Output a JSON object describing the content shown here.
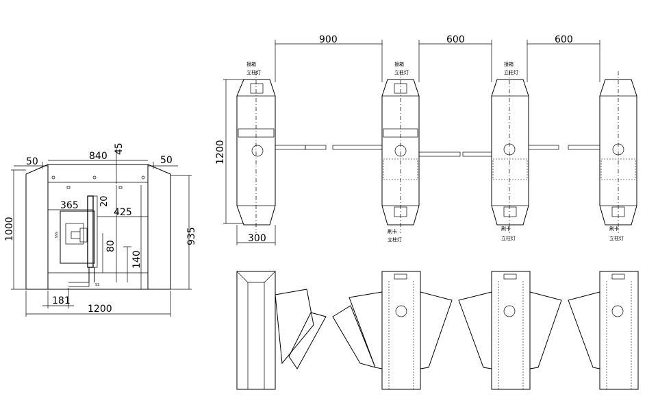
{
  "front_view": {
    "dims": {
      "d50_left": "50",
      "d840": "840",
      "d45": "45",
      "d50_right": "50",
      "d1000": "1000",
      "d935": "935",
      "d365": "365",
      "d425": "425",
      "d20": "20",
      "d80": "80",
      "d140": "140",
      "d181": "181",
      "d1200": "1200",
      "tiny_label": "555",
      "bottom_label": "S3"
    }
  },
  "plan_view": {
    "spacing": [
      "900",
      "600",
      "600"
    ],
    "height_dim": "1200",
    "width_dim": "300",
    "labels": {
      "top_line1": "接箱",
      "top_line2": "立柱灯",
      "bottom_line1": "刷卡",
      "bottom_line2": "立柱灯"
    }
  }
}
